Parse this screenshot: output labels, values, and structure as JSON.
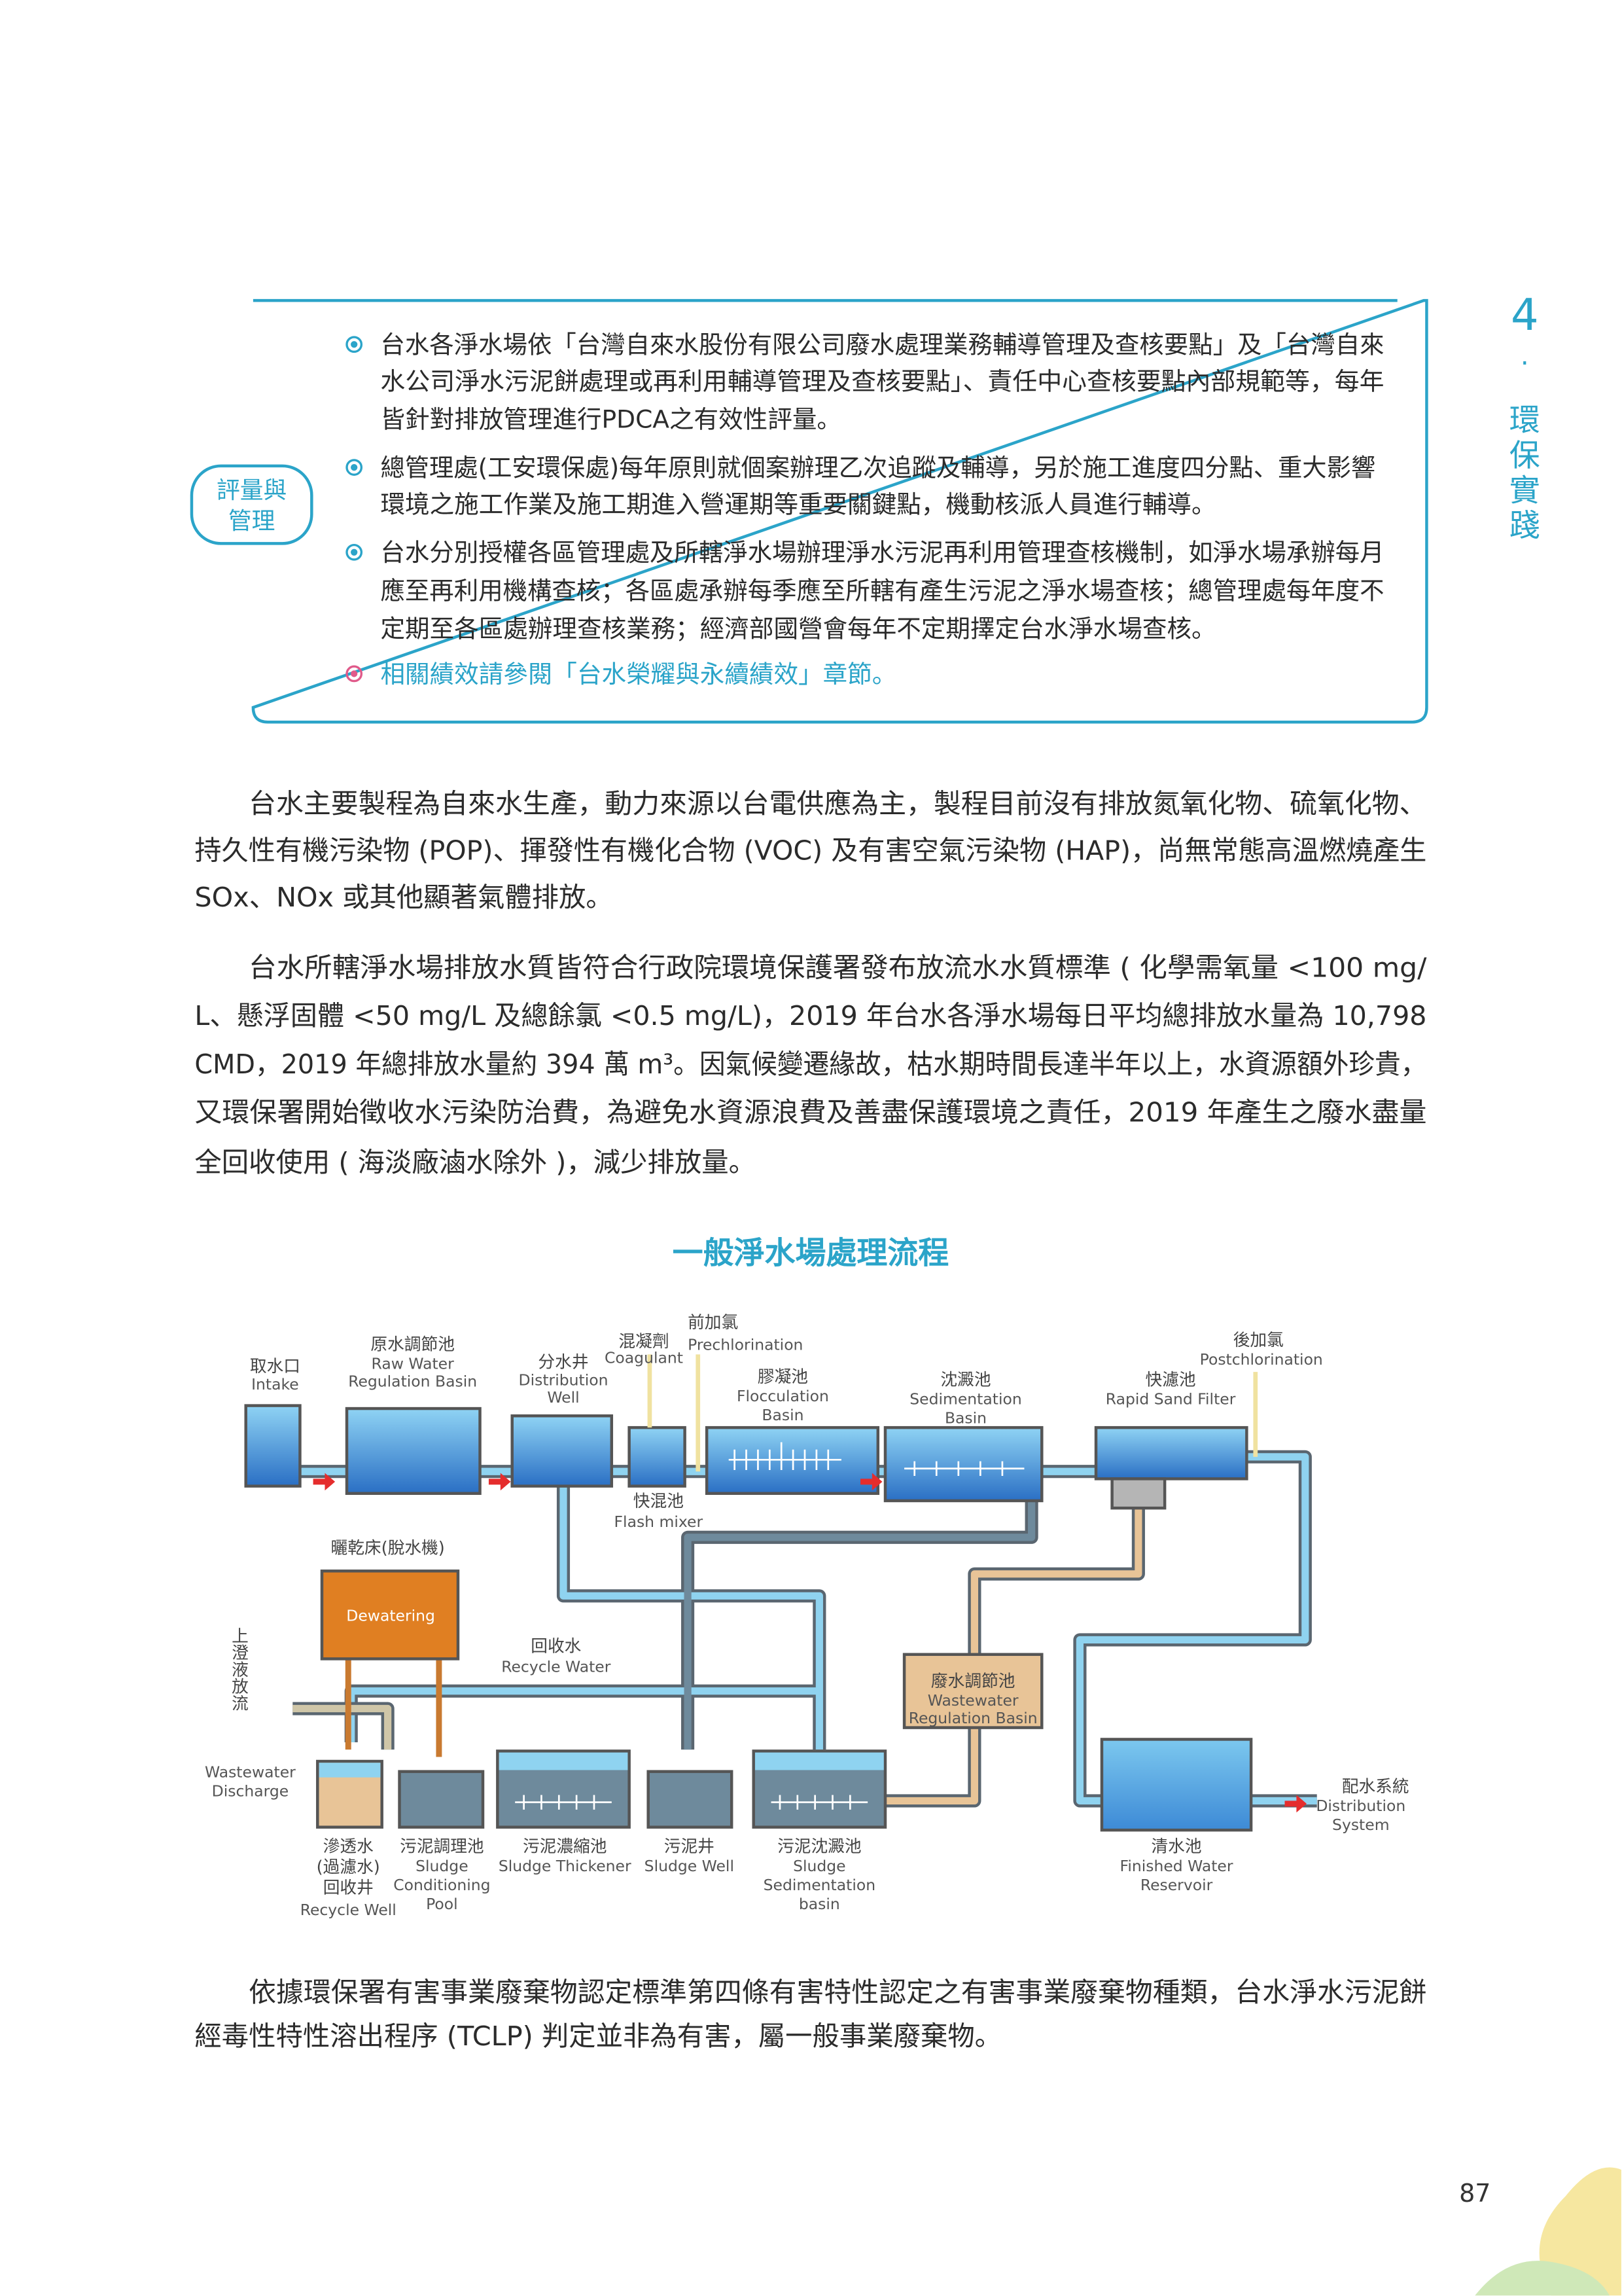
{
  "side_chapter": {
    "number": "4",
    "dot": "·",
    "title_chars": [
      "環",
      "保",
      "實",
      "踐"
    ]
  },
  "box": {
    "label_lines": [
      "評量與",
      "管理"
    ],
    "bullets": [
      {
        "lines": [
          "台水各淨水場依「台灣自來水股份有限公司廢水處理業務輔導管理及查核要點」及「台灣自來",
          "水公司淨水污泥餅處理或再利用輔導管理及查核要點」、責任中心查核要點內部規範等，每年",
          "皆針對排放管理進行PDCA之有效性評量。"
        ]
      },
      {
        "lines": [
          "總管理處(工安環保處)每年原則就個案辦理乙次追蹤及輔導，另於施工進度四分點、重大影響",
          "環境之施工作業及施工期進入營運期等重要關鍵點，機動核派人員進行輔導。"
        ]
      },
      {
        "lines": [
          "台水分別授權各區管理處及所轄淨水場辦理淨水污泥再利用管理查核機制，如淨水場承辦每月",
          "應至再利用機構查核；各區處承辦每季應至所轄有產生污泥之淨水場查核；總管理處每年度不",
          "定期至各區處辦理查核業務；經濟部國營會每年不定期擇定台水淨水場查核。"
        ]
      },
      {
        "lines": [
          "相關績效請參閱「台水榮耀與永續績效」章節。"
        ]
      }
    ]
  },
  "paragraphs": [
    [
      "台水主要製程為自來水生產，動力來源以台電供應為主，製程目前沒有排放氮氧化物、硫氧化物、",
      "持久性有機污染物 (POP)、揮發性有機化合物 (VOC) 及有害空氣污染物 (HAP)，尚無常態高溫燃燒產生",
      "SOx、NOx 或其他顯著氣體排放。"
    ],
    [
      "台水所轄淨水場排放水質皆符合行政院環境保護署發布放流水水質標準 ( 化學需氧量 <100 mg/",
      "L、懸浮固體 <50 mg/L 及總餘氯 <0.5 mg/L)，2019 年台水各淨水場每日平均總排放水量為 10,798",
      "CMD，2019 年總排放水量約 394 萬 m³。因氣候變遷緣故，枯水期時間長達半年以上，水資源額外珍貴，",
      "又環保署開始徵收水污染防治費，為避免水資源浪費及善盡保護環境之責任，2019 年產生之廢水盡量",
      "全回收使用 ( 海淡廠滷水除外 )，減少排放量。"
    ],
    [
      "依據環保署有害事業廢棄物認定標準第四條有害特性認定之有害事業廢棄物種類，台水淨水污泥餅",
      "經毒性特性溶出程序 (TCLP) 判定並非為有害，屬一般事業廢棄物。"
    ]
  ],
  "diagram": {
    "title": "一般淨水場處理流程",
    "intake": [
      "取水口",
      "Intake"
    ],
    "raw_water": [
      "原水調節池",
      "Raw Water",
      "Regulation Basin"
    ],
    "distribution_well": [
      "分水井",
      "Distribution",
      "Well"
    ],
    "coagulant": [
      "混凝劑",
      "Coagulant"
    ],
    "prechlorination": [
      "前加氯",
      "Prechlorination"
    ],
    "flocculation": [
      "膠凝池",
      "Flocculation",
      "Basin"
    ],
    "sedimentation": [
      "沈澱池",
      "Sedimentation",
      "Basin"
    ],
    "rapid_sand_filter": [
      "快濾池",
      "Rapid Sand Filter"
    ],
    "postchlorination": [
      "後加氯",
      "Postchlorination"
    ],
    "flash_mixer": [
      "快混池",
      "Flash mixer"
    ],
    "drying_bed": "曬乾床(脫水機)",
    "dewatering": "Dewatering",
    "recycle_water": [
      "回收水",
      "Recycle Water"
    ],
    "wastewater_discharge": [
      "上澄液放流",
      "Wastewater",
      "Discharge"
    ],
    "wastewater_regulation": [
      "廢水調節池",
      "Wastewater",
      "Regulation Basin"
    ],
    "distribution_system": [
      "配水系統",
      "Distribution",
      "System"
    ],
    "recycle_well": [
      "滲透水",
      "(過濾水)",
      "回收井",
      "Recycle Well"
    ],
    "sludge_conditioning": [
      "污泥調理池",
      "Sludge",
      "Conditioning",
      "Pool"
    ],
    "sludge_thickener": [
      "污泥濃縮池",
      "Sludge Thickener"
    ],
    "sludge_well": [
      "污泥井",
      "Sludge Well"
    ],
    "sludge_sedimentation": [
      "污泥沈澱池",
      "Sludge",
      "Sedimentation",
      "basin"
    ],
    "finished_water": [
      "清水池",
      "Finished Water",
      "Reservoir"
    ]
  },
  "page_number": "87",
  "colors": {
    "teal": "#2ba4c9",
    "pink": "#e05a8a",
    "water": "#3a8fd6",
    "sludge": "#6e8a9c",
    "orange": "#e07f22",
    "tan": "#e8c497"
  }
}
